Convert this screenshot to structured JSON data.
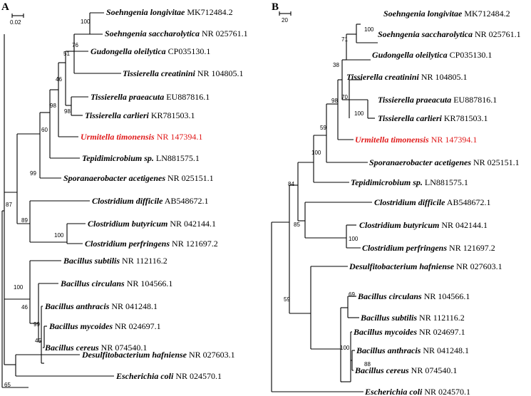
{
  "panels": [
    {
      "label": "A",
      "scale_label": "0.02",
      "taxa": [
        {
          "species": "Soehngenia longivitae",
          "accession": "MK712484.2"
        },
        {
          "species": "Soehngenia saccharolytica",
          "accession": "NR 025761.1"
        },
        {
          "species": "Gudongella oleilytica",
          "accession": "CP035130.1"
        },
        {
          "species": "Tissierella creatinini",
          "accession": "NR 104805.1"
        },
        {
          "species": "Tissierella praeacuta",
          "accession": "EU887816.1"
        },
        {
          "species": "Tissierella carlieri",
          "accession": "KR781503.1"
        },
        {
          "species": "Urmitella timonensis",
          "accession": "NR 147394.1",
          "highlight": true
        },
        {
          "species": "Tepidimicrobium sp.",
          "accession": "LN881575.1"
        },
        {
          "species": "Sporanaerobacter acetigenes",
          "accession": "NR 025151.1"
        },
        {
          "species": "Clostridium difficile",
          "accession": "AB548672.1"
        },
        {
          "species": "Clostridium butyricum",
          "accession": "NR 042144.1"
        },
        {
          "species": "Clostridium perfringens",
          "accession": "NR 121697.2"
        },
        {
          "species": "Bacillus subtilis",
          "accession": "NR 112116.2"
        },
        {
          "species": "Bacillus circulans",
          "accession": "NR 104566.1"
        },
        {
          "species": "Bacillus anthracis",
          "accession": "NR 041248.1"
        },
        {
          "species": "Bacillus mycoides",
          "accession": "NR 024697.1"
        },
        {
          "species": "Bacillus cereus",
          "accession": "NR 074540.1"
        },
        {
          "species": "Desulfitobacterium hafniense",
          "accession": "NR 027603.1"
        },
        {
          "species": "Escherichia coli",
          "accession": "NR 024570.1"
        }
      ],
      "bootstrap": [
        "100",
        "76",
        "51",
        "46",
        "98",
        "98",
        "60",
        "99",
        "87",
        "89",
        "100",
        "100",
        "46",
        "99",
        "45",
        "65"
      ]
    },
    {
      "label": "B",
      "scale_label": "20",
      "taxa": [
        {
          "species": "Soehngenia longivitae",
          "accession": "MK712484.2"
        },
        {
          "species": "Soehngenia saccharolytica",
          "accession": "NR 025761.1"
        },
        {
          "species": "Gudongella oleilytica",
          "accession": "CP035130.1"
        },
        {
          "species": "Tissierella creatinini",
          "accession": "NR 104805.1"
        },
        {
          "species": "Tissierella praeacuta",
          "accession": "EU887816.1"
        },
        {
          "species": "Tissierella carlieri",
          "accession": "KR781503.1"
        },
        {
          "species": "Urmitella timonensis",
          "accession": "NR 147394.1",
          "highlight": true
        },
        {
          "species": "Sporanaerobacter acetigenes",
          "accession": "NR 025151.1"
        },
        {
          "species": "Tepidimicrobium sp.",
          "accession": "LN881575.1"
        },
        {
          "species": "Clostridium difficile",
          "accession": "AB548672.1"
        },
        {
          "species": "Clostridium butyricum",
          "accession": "NR 042144.1"
        },
        {
          "species": "Clostridium perfringens",
          "accession": "NR 121697.2"
        },
        {
          "species": "Desulfitobacterium hafniense",
          "accession": "NR 027603.1"
        },
        {
          "species": "Bacillus circulans",
          "accession": "NR 104566.1"
        },
        {
          "species": "Bacillus subtilis",
          "accession": "NR 112116.2"
        },
        {
          "species": "Bacillus mycoides",
          "accession": "NR 024697.1"
        },
        {
          "species": "Bacillus anthracis",
          "accession": "NR 041248.1"
        },
        {
          "species": "Bacillus cereus",
          "accession": "NR 074540.1"
        },
        {
          "species": "Escherichia coli",
          "accession": "NR 024570.1"
        }
      ],
      "bootstrap": [
        "100",
        "71",
        "38",
        "70",
        "100",
        "98",
        "59",
        "100",
        "84",
        "85",
        "100",
        "69",
        "100",
        "88",
        "59"
      ]
    }
  ],
  "colors": {
    "highlight": "#e01a1a",
    "branch": "#000000"
  }
}
